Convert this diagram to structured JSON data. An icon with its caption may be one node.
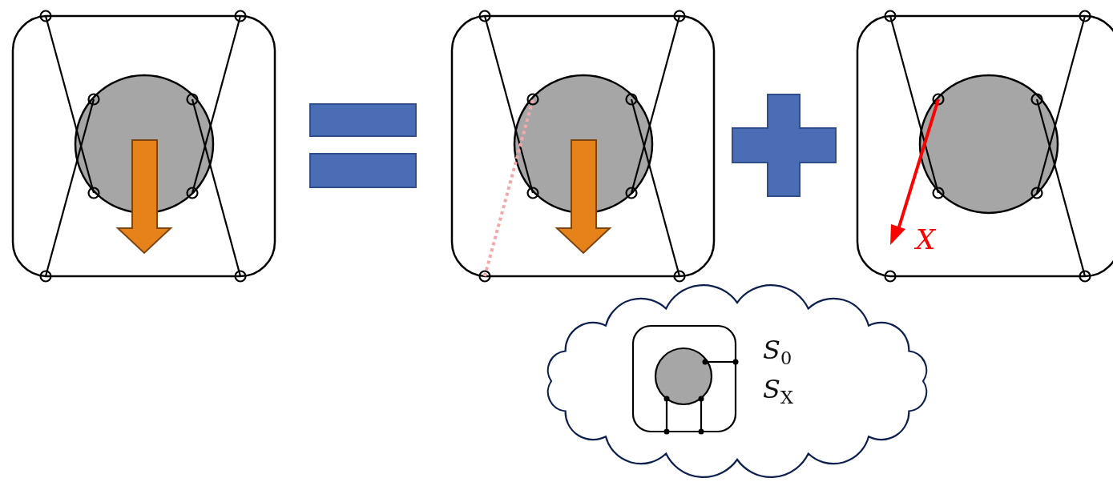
{
  "diagram": {
    "nodes": [
      {
        "text": [
          "S$_{0}$",
          "S$_{X}$"
        ]
      }
    ],
    "labels": [
      "X"
    ]
  }
}
